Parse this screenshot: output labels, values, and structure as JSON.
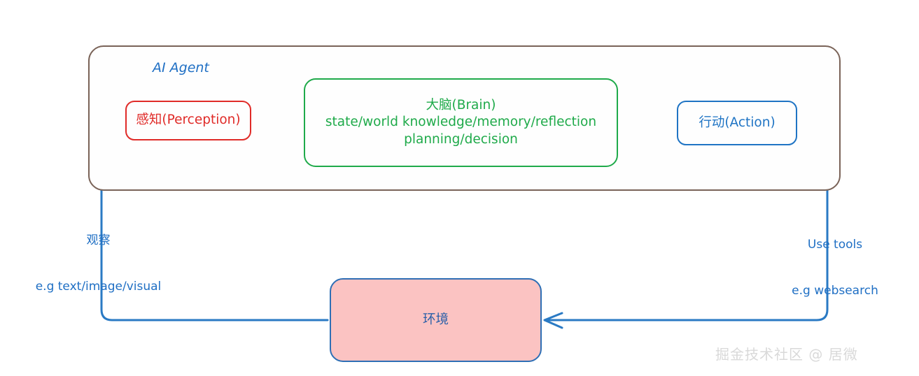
{
  "diagram": {
    "agent_container": {
      "title": "AI Agent",
      "border_color": "#7a6358"
    },
    "perception": {
      "label": "感知(Perception)",
      "color": "#e02b28"
    },
    "brain": {
      "line1": "大脑(Brain)",
      "line2": "state/world knowledge/memory/reflection",
      "line3": "planning/decision",
      "color": "#1faa4a"
    },
    "action": {
      "label": "行动(Action)",
      "color": "#1f74c4"
    },
    "environment": {
      "label": "环境",
      "fill_color": "#fbc3c2",
      "border_color": "#2e6fb5",
      "text_color": "#2a5fa8"
    },
    "observe_label": {
      "line1": "观察",
      "line2": "e.g text/image/visual",
      "color": "#1f6fc4"
    },
    "usetools_label": {
      "line1": "Use tools",
      "line2": "e.g websearch",
      "color": "#1f6fc4"
    },
    "arrows": {
      "perception_to_brain": "arrow-right-icon",
      "brain_to_action": "arrow-right-icon",
      "environment_to_perception": "arrow-right-icon",
      "action_to_environment": "arrow-left-icon",
      "black_color": "#111111",
      "blue_color": "#1f74c4"
    },
    "watermark": {
      "text": "掘金技术社区 @ 居微",
      "color": "#d9d9d9"
    }
  }
}
